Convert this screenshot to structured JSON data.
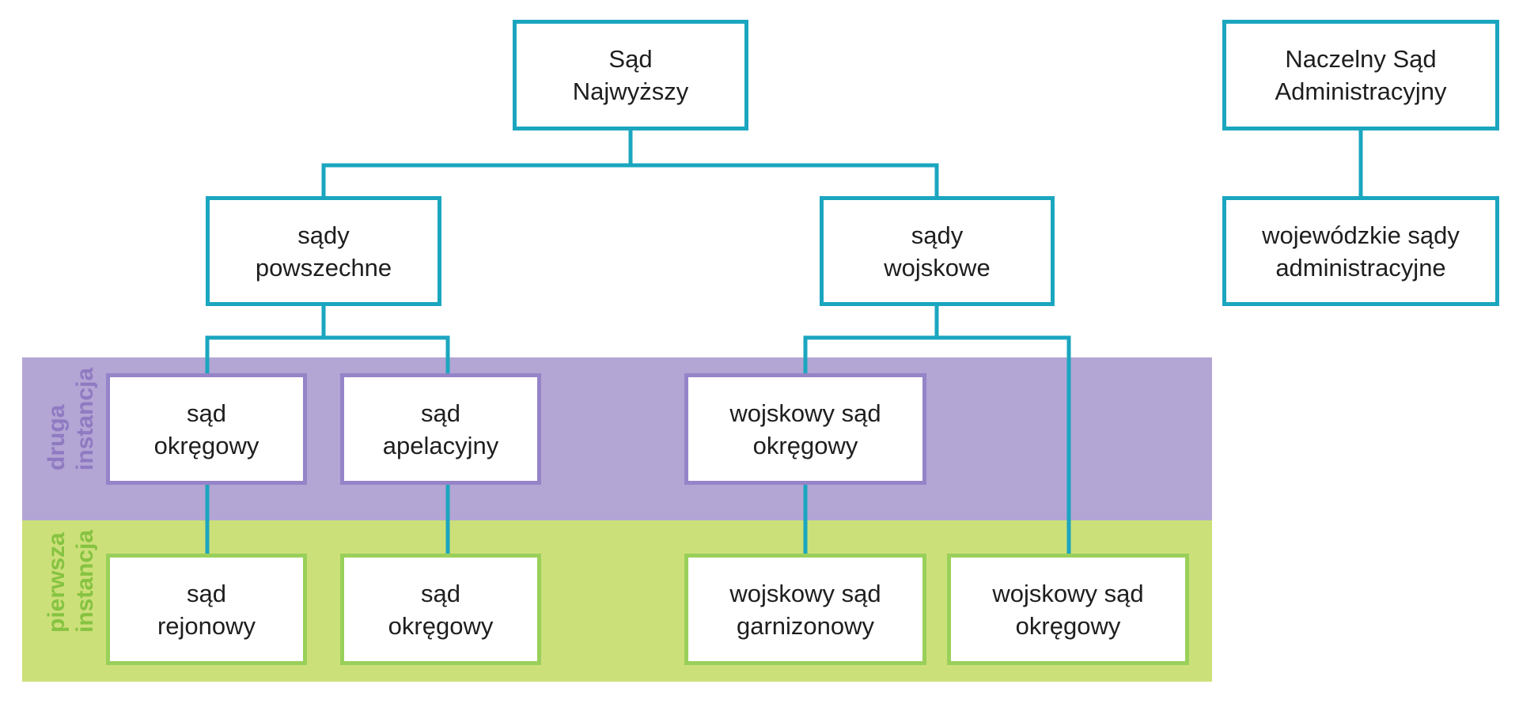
{
  "colors": {
    "background": "#ffffff",
    "connector": "#1ba6bf",
    "node_border_top": "#1ba6bf",
    "band_second": "#b3a5d4",
    "band_second_border": "#9584c7",
    "band_second_text": "#8f7ac2",
    "band_first": "#cce07a",
    "band_first_border": "#99d05a",
    "band_first_text": "#86c341",
    "text": "#1e1e1e"
  },
  "bands": {
    "second_instance": {
      "line1": "druga",
      "line2": "instancja"
    },
    "first_instance": {
      "line1": "pierwsza",
      "line2": "instancja"
    }
  },
  "nodes": {
    "supreme_court": {
      "line1": "Sąd",
      "line2": "Najwyższy"
    },
    "supreme_admin_court": {
      "line1": "Naczelny Sąd",
      "line2": "Administracyjny"
    },
    "common_courts": {
      "line1": "sądy",
      "line2": "powszechne"
    },
    "military_courts": {
      "line1": "sądy",
      "line2": "wojskowe"
    },
    "voivodeship_admin_courts": {
      "line1": "wojewódzkie sądy",
      "line2": "administracyjne"
    },
    "district_court_second": {
      "line1": "sąd",
      "line2": "okręgowy"
    },
    "appeal_court": {
      "line1": "sąd",
      "line2": "apelacyjny"
    },
    "military_district_court_second": {
      "line1": "wojskowy sąd",
      "line2": "okręgowy"
    },
    "regional_court": {
      "line1": "sąd",
      "line2": "rejonowy"
    },
    "district_court_first": {
      "line1": "sąd",
      "line2": "okręgowy"
    },
    "garrison_court": {
      "line1": "wojskowy sąd",
      "line2": "garnizonowy"
    },
    "military_district_court_first": {
      "line1": "wojskowy sąd",
      "line2": "okręgowy"
    }
  }
}
